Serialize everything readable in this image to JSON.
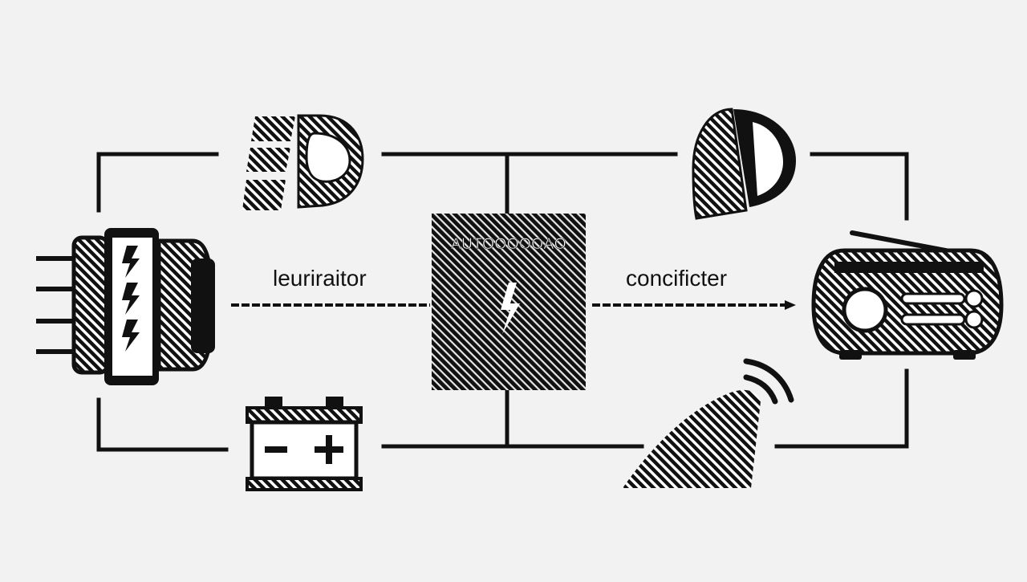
{
  "diagram": {
    "labels": {
      "left_arrow": "leuriraitor",
      "right_arrow": "concificter",
      "center_box": "AUTOOOOOAO"
    },
    "colors": {
      "background": "#f2f2f2",
      "ink": "#111111",
      "paper": "#ffffff"
    },
    "icons": [
      "headlight-icon",
      "dome-light-icon",
      "alternator-icon",
      "control-module-icon",
      "radio-icon",
      "battery-icon",
      "wiper-sensor-icon"
    ]
  }
}
